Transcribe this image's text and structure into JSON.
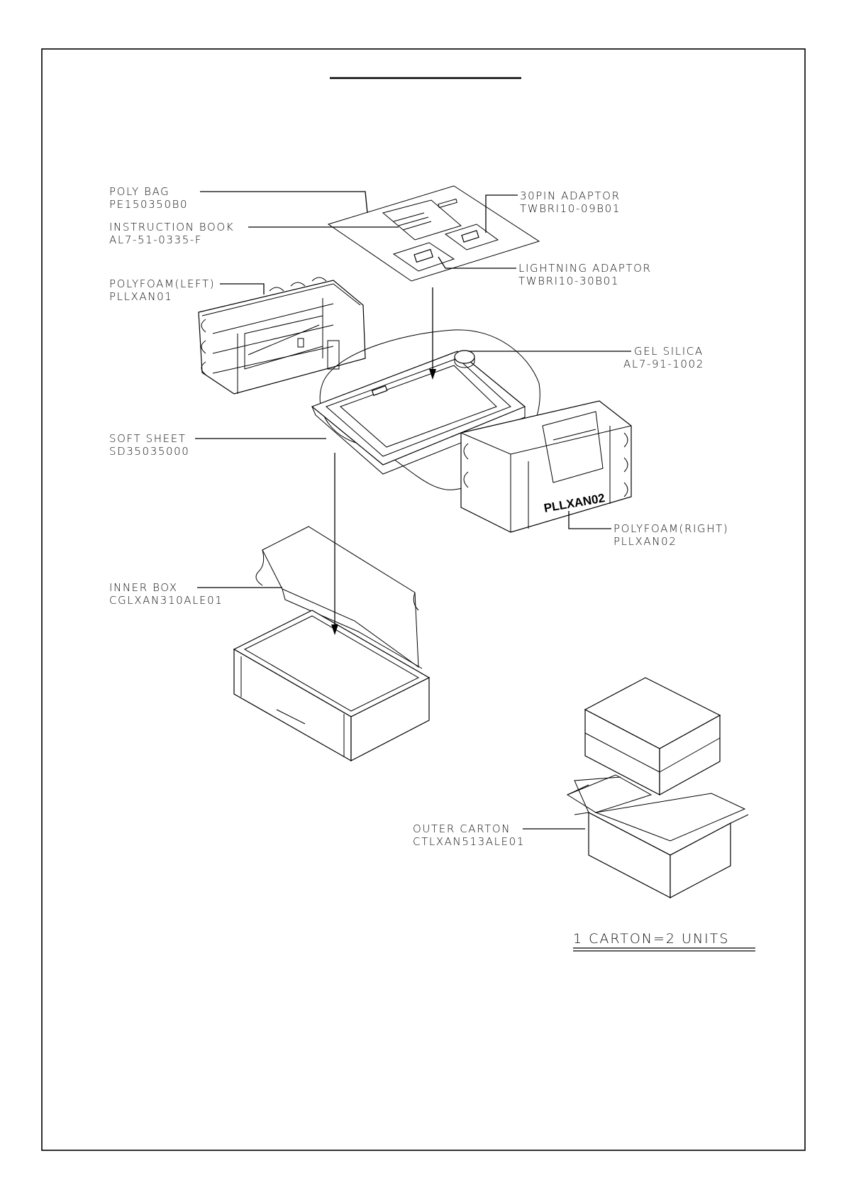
{
  "drawing": {
    "callouts": {
      "poly_bag": {
        "name": "POLY BAG",
        "part": "PE150350B0"
      },
      "instruction_book": {
        "name": "INSTRUCTION BOOK",
        "part": "AL7-51-0335-F"
      },
      "adaptor_30pin": {
        "name": "30PIN ADAPTOR",
        "part": "TWBRI10-09B01"
      },
      "lightning_adaptor": {
        "name": "LIGHTNING ADAPTOR",
        "part": "TWBRI10-30B01"
      },
      "polyfoam_left": {
        "name": "POLYFOAM(LEFT)",
        "part": "PLLXAN01"
      },
      "gel_silica": {
        "name": "GEL SILICA",
        "part": "AL7-91-1002"
      },
      "soft_sheet": {
        "name": "SOFT SHEET",
        "part": "SD35035000"
      },
      "polyfoam_right": {
        "name": "POLYFOAM(RIGHT)",
        "part": "PLLXAN02"
      },
      "inner_box": {
        "name": "INNER BOX",
        "part": "CGLXAN310ALE01"
      },
      "outer_carton": {
        "name": "OUTER CARTON",
        "part": "CTLXAN513ALE01"
      }
    },
    "foam_marking": "PLLXAN02",
    "carton_note": "1 CARTON=2 UNITS"
  }
}
